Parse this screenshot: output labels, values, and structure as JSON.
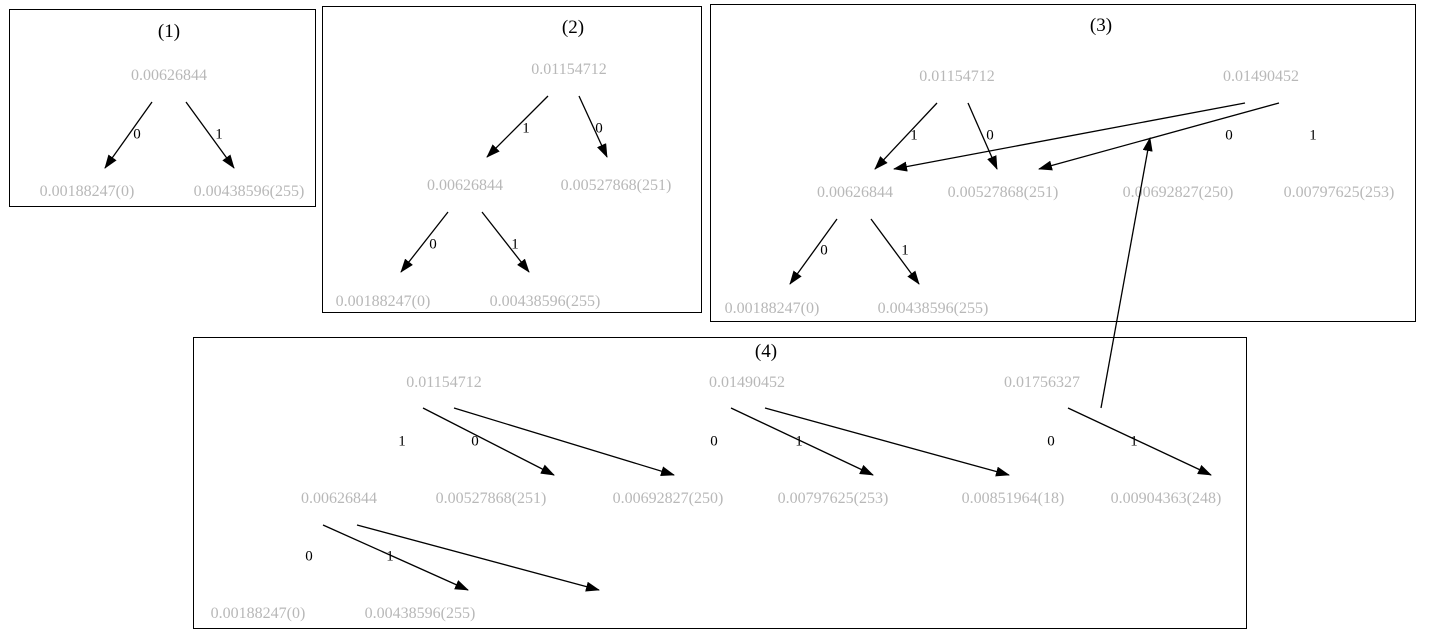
{
  "panels": [
    {
      "title": "(1)",
      "nodes": [
        {
          "id": "a",
          "label": "0.00626844"
        },
        {
          "id": "b",
          "label": "0.00188247(0)"
        },
        {
          "id": "c",
          "label": "0.00438596(255)"
        }
      ],
      "edges": [
        {
          "from": "a",
          "to": "b",
          "label": "0"
        },
        {
          "from": "a",
          "to": "c",
          "label": "1"
        }
      ]
    },
    {
      "title": "(2)",
      "nodes": [
        {
          "id": "r",
          "label": "0.01154712"
        },
        {
          "id": "a",
          "label": "0.00626844"
        },
        {
          "id": "d",
          "label": "0.00527868(251)"
        },
        {
          "id": "b",
          "label": "0.00188247(0)"
        },
        {
          "id": "c",
          "label": "0.00438596(255)"
        }
      ],
      "edges": [
        {
          "from": "r",
          "to": "a",
          "label": "1"
        },
        {
          "from": "r",
          "to": "d",
          "label": "0"
        },
        {
          "from": "a",
          "to": "b",
          "label": "0"
        },
        {
          "from": "a",
          "to": "c",
          "label": "1"
        }
      ]
    },
    {
      "title": "(3)",
      "nodes": [
        {
          "id": "r",
          "label": "0.01154712"
        },
        {
          "id": "a",
          "label": "0.00626844"
        },
        {
          "id": "d",
          "label": "0.00527868(251)"
        },
        {
          "id": "b",
          "label": "0.00188247(0)"
        },
        {
          "id": "c",
          "label": "0.00438596(255)"
        },
        {
          "id": "s",
          "label": "0.01490452"
        },
        {
          "id": "e",
          "label": "0.00692827(250)"
        },
        {
          "id": "f",
          "label": "0.00797625(253)"
        }
      ],
      "edges": [
        {
          "from": "r",
          "to": "a",
          "label": "1"
        },
        {
          "from": "r",
          "to": "d",
          "label": "0"
        },
        {
          "from": "a",
          "to": "b",
          "label": "0"
        },
        {
          "from": "a",
          "to": "c",
          "label": "1"
        },
        {
          "from": "s",
          "to": "e",
          "label": "0"
        },
        {
          "from": "s",
          "to": "f",
          "label": "1"
        }
      ]
    },
    {
      "title": "(4)",
      "nodes": [
        {
          "id": "r",
          "label": "0.01154712"
        },
        {
          "id": "a",
          "label": "0.00626844"
        },
        {
          "id": "d",
          "label": "0.00527868(251)"
        },
        {
          "id": "b",
          "label": "0.00188247(0)"
        },
        {
          "id": "c",
          "label": "0.00438596(255)"
        },
        {
          "id": "s",
          "label": "0.01490452"
        },
        {
          "id": "e",
          "label": "0.00692827(250)"
        },
        {
          "id": "f",
          "label": "0.00797625(253)"
        },
        {
          "id": "t",
          "label": "0.01756327"
        },
        {
          "id": "g",
          "label": "0.00851964(18)"
        },
        {
          "id": "h",
          "label": "0.00904363(248)"
        }
      ],
      "edges": [
        {
          "from": "r",
          "to": "a",
          "label": "1"
        },
        {
          "from": "r",
          "to": "d",
          "label": "0"
        },
        {
          "from": "a",
          "to": "b",
          "label": "0"
        },
        {
          "from": "a",
          "to": "c",
          "label": "1"
        },
        {
          "from": "s",
          "to": "e",
          "label": "0"
        },
        {
          "from": "s",
          "to": "f",
          "label": "1"
        },
        {
          "from": "t",
          "to": "g",
          "label": "0"
        },
        {
          "from": "t",
          "to": "h",
          "label": "1"
        }
      ]
    }
  ]
}
